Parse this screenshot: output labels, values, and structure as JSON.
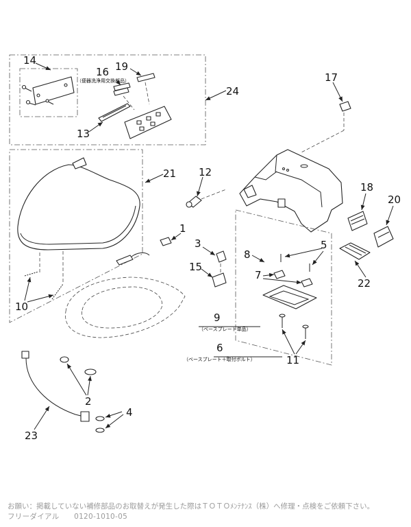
{
  "parts": {
    "p1": "1",
    "p2": "2",
    "p3": "3",
    "p4": "4",
    "p5": "5",
    "p6": "6",
    "p7": "7",
    "p8": "8",
    "p9": "9",
    "p10": "10",
    "p11": "11",
    "p12": "12",
    "p13": "13",
    "p14": "14",
    "p15": "15",
    "p16": "16",
    "p17": "17",
    "p18": "18",
    "p19": "19",
    "p20": "20",
    "p21": "21",
    "p22": "22",
    "p23": "23",
    "p24": "24"
  },
  "notes": {
    "p16_note": "（便器洗浄用交換部品）",
    "p9_note": "（ベースプレート単品）",
    "p6_note": "（ベースプレート＋取付ボルト）"
  },
  "footer": {
    "line1": "お願い：掲載していない補修部品のお取替えが発生した際はＴＯＴＯﾒﾝﾃﾅﾝｽ（株）へ修理・点検をご依頼下さい。",
    "line2": "フリーダイアル　　0120-1010-05"
  }
}
